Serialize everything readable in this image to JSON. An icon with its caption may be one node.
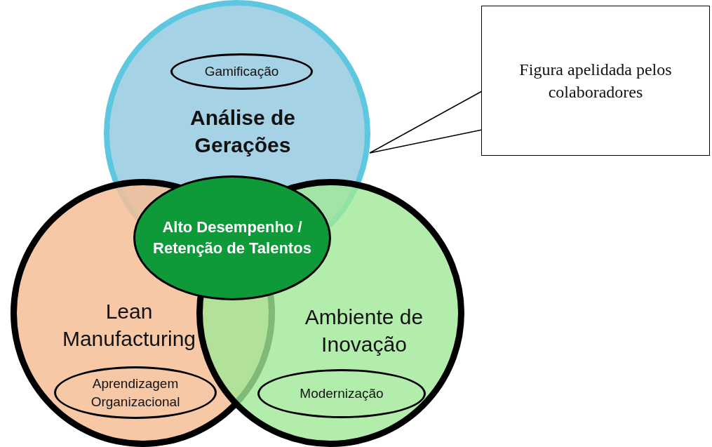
{
  "diagram": {
    "nodes": [
      {
        "text": [
          "Análise de Gerações"
        ]
      },
      {
        "text": [
          "Gamificação"
        ],
        "in": 0
      },
      {
        "text": [
          "Lean Manufacturing"
        ]
      },
      {
        "text": [
          "Aprendizagem Organizacional"
        ],
        "in": 2
      },
      {
        "text": [
          "Ambiente de Inovação"
        ]
      },
      {
        "text": [
          "Modernização"
        ],
        "in": 4
      },
      {
        "text": [
          "Alto Desempenho / Retenção de Talentos"
        ]
      },
      {
        "text": [
          "Figura apelidada pelos colaboradores"
        ]
      }
    ],
    "edges": [
      {
        "from": 7,
        "to": 0,
        "arrow": "none"
      }
    ]
  }
}
